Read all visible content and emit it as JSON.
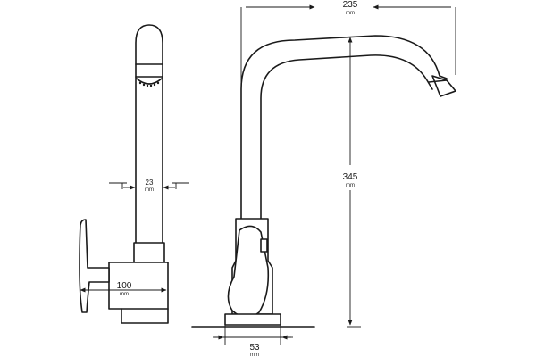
{
  "dimensions": {
    "width_top": {
      "value": "235",
      "unit": "mm"
    },
    "height_spout": {
      "value": "345",
      "unit": "mm"
    },
    "base_diameter": {
      "value": "53",
      "unit": "mm"
    },
    "body_width": {
      "value": "100",
      "unit": "mm"
    },
    "spout_diameter": {
      "value": "23",
      "unit": "mm"
    }
  }
}
